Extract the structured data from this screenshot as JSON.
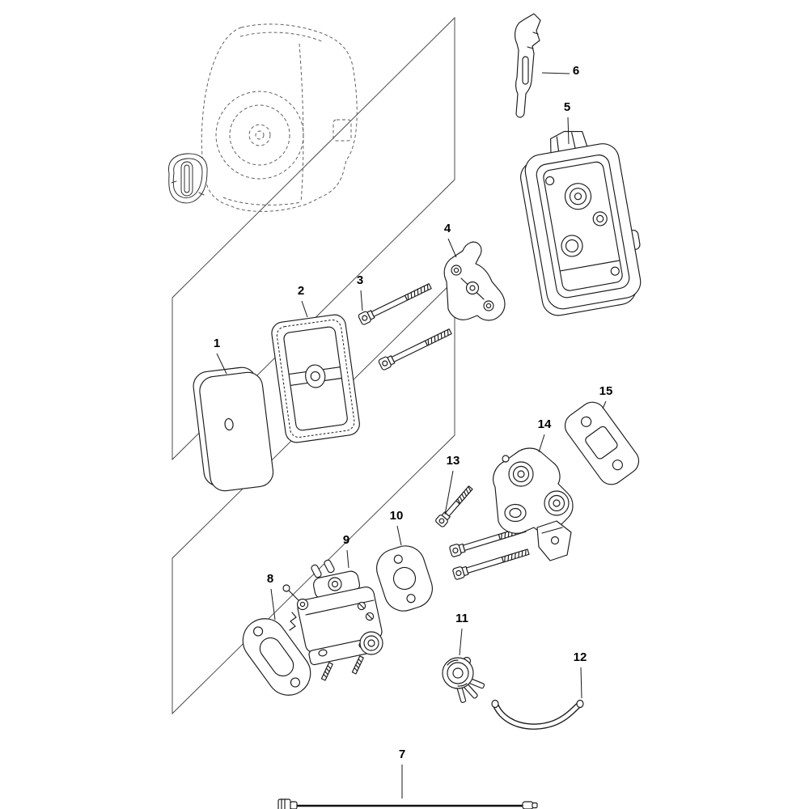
{
  "diagram": {
    "background_color": "#ffffff",
    "line_color": "#1a1a1a",
    "part_labels": [
      "1",
      "2",
      "3",
      "4",
      "5",
      "6",
      "7",
      "8",
      "9",
      "10",
      "11",
      "12",
      "13",
      "14",
      "15"
    ]
  }
}
